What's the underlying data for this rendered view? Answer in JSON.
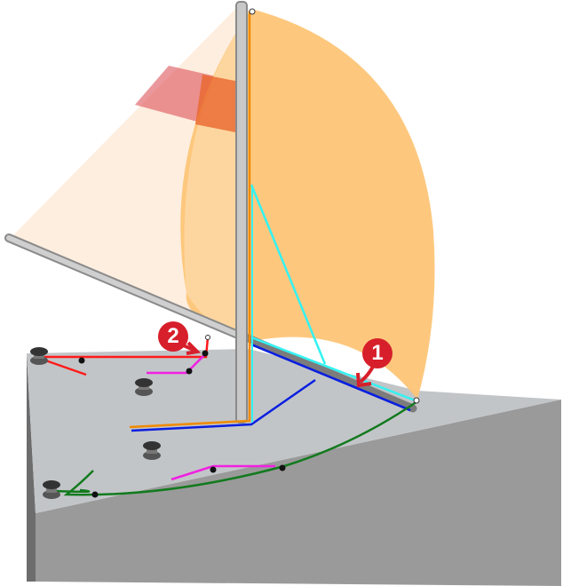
{
  "markers": [
    {
      "label": "2",
      "name": "cleat-marker-2"
    },
    {
      "label": "1",
      "name": "boom-marker-1"
    }
  ],
  "colors": {
    "deck_top": "#c2c5c8",
    "deck_front": "#9a9a9a",
    "jib": "#fde8d4",
    "mainsail": "#fdc577",
    "accent_red": "#d71f2b",
    "halyard_orange": "#f08a00",
    "sheet_cyan": "#33f2f2",
    "vang_blue": "#0a1fe0",
    "sheet_green": "#127a1e",
    "line_red": "#ff1a1a",
    "line_magenta": "#f020e0"
  }
}
